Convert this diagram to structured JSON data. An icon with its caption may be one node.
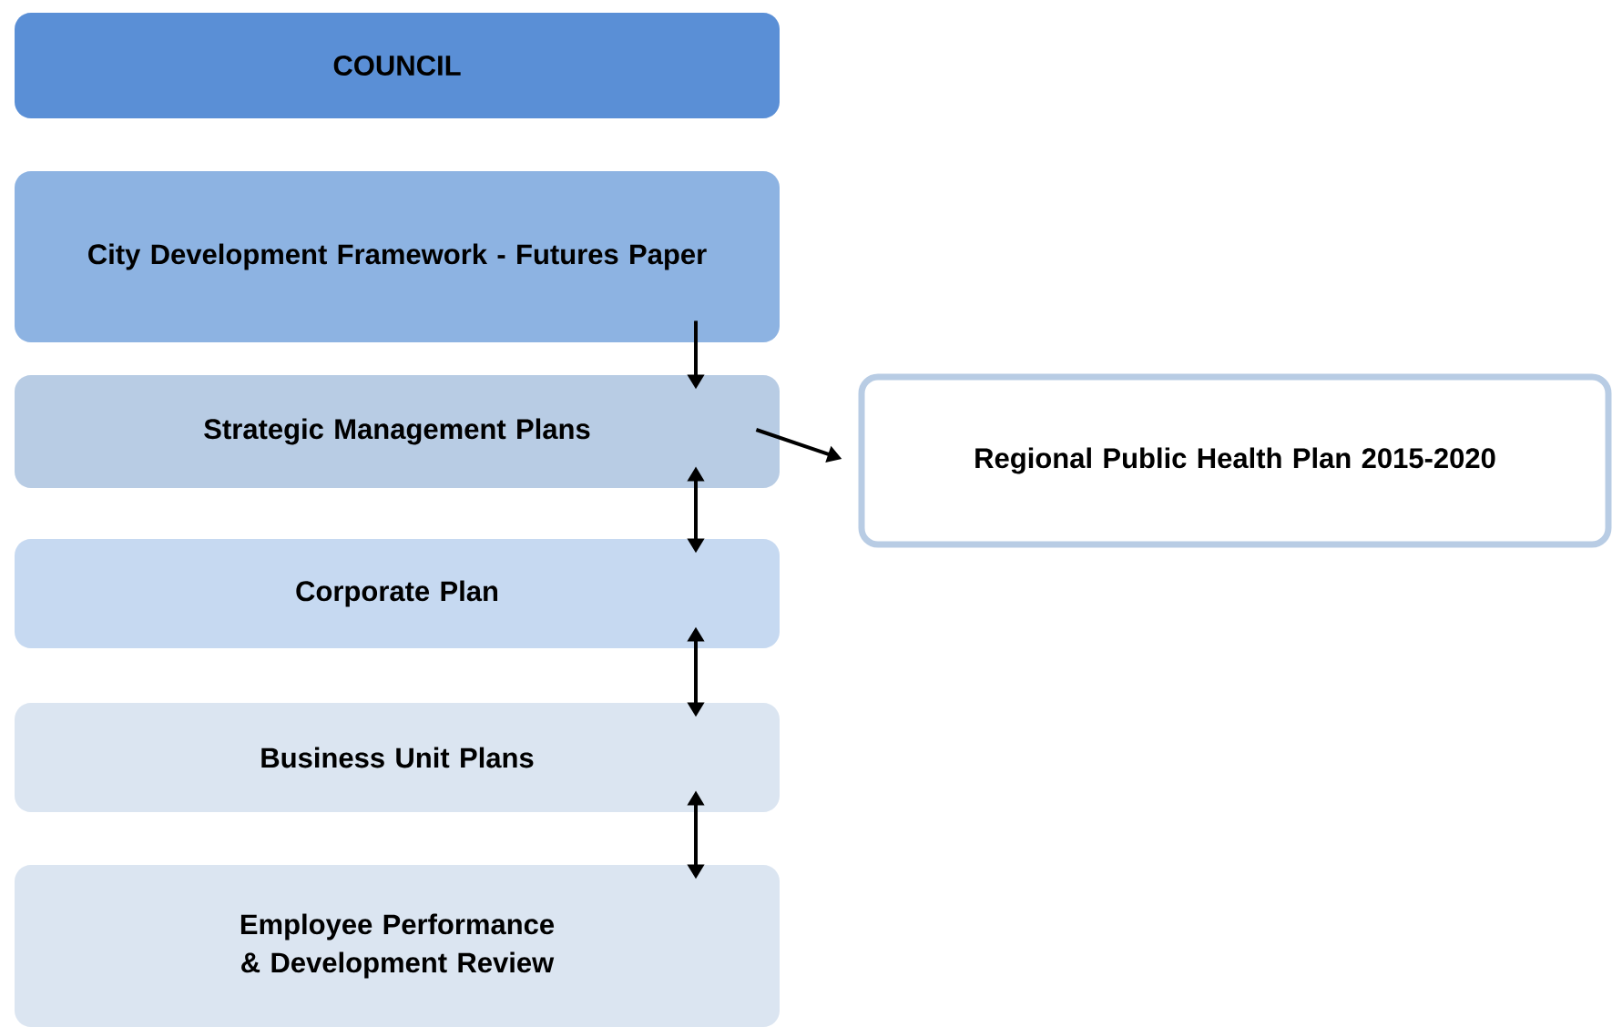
{
  "diagram": {
    "nodes": [
      {
        "text": [
          "COUNCIL"
        ]
      },
      {
        "text": [
          "City Development Framework - Futures Paper"
        ]
      },
      {
        "text": [
          "Strategic Management Plans"
        ]
      },
      {
        "text": [
          "Corporate Plan"
        ]
      },
      {
        "text": [
          "Business Unit Plans"
        ]
      },
      {
        "text": [
          "Employee Performance & Development Review"
        ]
      },
      {
        "text": [
          "Regional Public Health Plan 2015-2020"
        ]
      }
    ],
    "edges": [
      {
        "from": 1,
        "to": 2,
        "arrow": "to"
      },
      {
        "from": 2,
        "to": 6,
        "arrow": "to"
      },
      {
        "from": 2,
        "to": 3,
        "arrow": "both"
      },
      {
        "from": 3,
        "to": 4,
        "arrow": "both"
      },
      {
        "from": 4,
        "to": 5,
        "arrow": "both"
      }
    ]
  }
}
